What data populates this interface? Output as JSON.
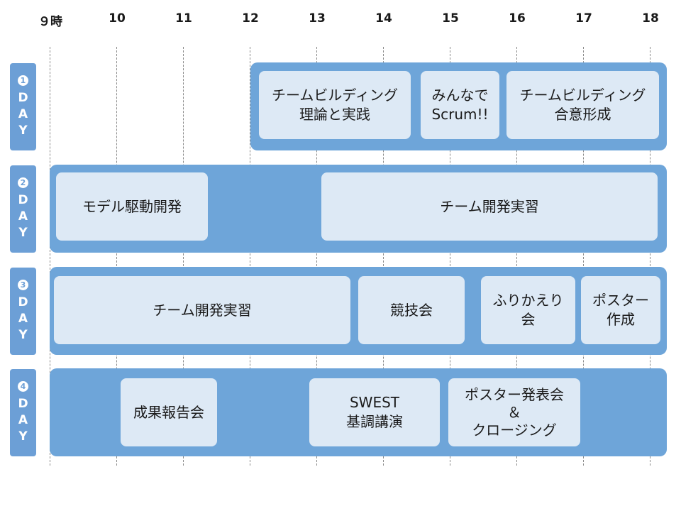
{
  "hours": [
    "９時",
    "10",
    "11",
    "12",
    "13",
    "14",
    "15",
    "16",
    "17",
    "18"
  ],
  "days": [
    {
      "num": "1",
      "word": "D\nA\nY",
      "sessions": [
        {
          "title": "チームビルディング\n理論と実践"
        },
        {
          "title": "みんなで\nScrum!!"
        },
        {
          "title": "チームビルディング\n合意形成"
        }
      ]
    },
    {
      "num": "2",
      "word": "D\nA\nY",
      "sessions": [
        {
          "title": "モデル駆動開発"
        },
        {
          "title": "チーム開発実習"
        }
      ]
    },
    {
      "num": "3",
      "word": "D\nA\nY",
      "sessions": [
        {
          "title": "チーム開発実習"
        },
        {
          "title": "競技会"
        },
        {
          "title": "ふりかえり\n会"
        },
        {
          "title": "ポスター\n作成"
        }
      ]
    },
    {
      "num": "4",
      "word": "D\nA\nY",
      "sessions": [
        {
          "title": "成果報告会"
        },
        {
          "title": "SWEST\n基調講演"
        },
        {
          "title": "ポスター発表会\n＆\nクロージング"
        }
      ]
    }
  ]
}
